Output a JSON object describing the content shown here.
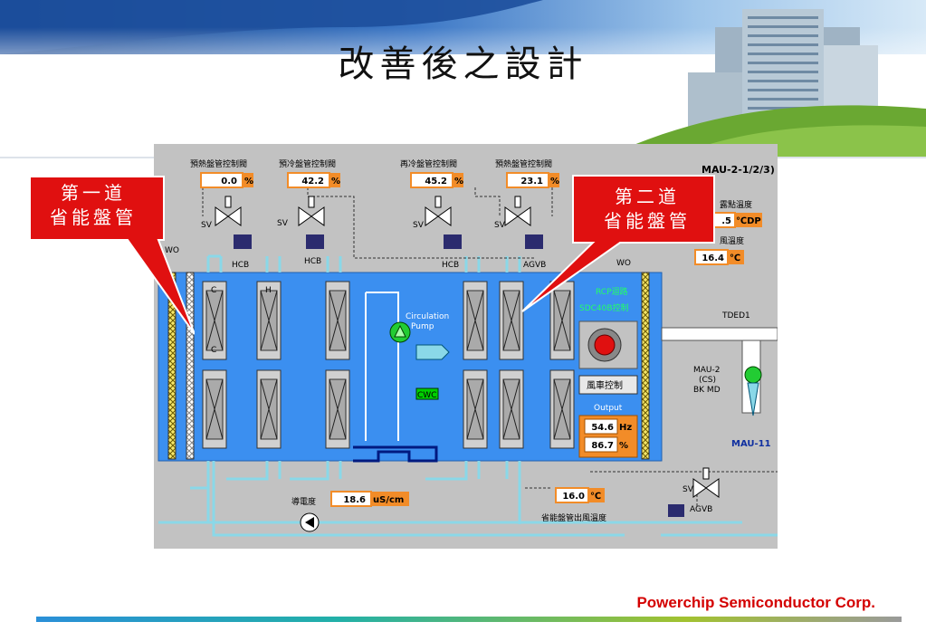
{
  "slide": {
    "title": "改善後之設計",
    "footer": "Powerchip Semiconductor Corp."
  },
  "callouts": [
    {
      "line1": "第一道",
      "line2": "省能盤管"
    },
    {
      "line1": "第二道",
      "line2": "省能盤管"
    }
  ],
  "panel": {
    "unit_name": "MAU-2-1/2/3)",
    "valves": [
      {
        "title": "預熱盤管控制閥",
        "value": "0.0",
        "unit": "%"
      },
      {
        "title": "預冷盤管控制閥",
        "value": "42.2",
        "unit": "%"
      },
      {
        "title": "再冷盤管控制閥",
        "value": "45.2",
        "unit": "%"
      },
      {
        "title": "預熱盤管控制閥",
        "value": "23.1",
        "unit": "%"
      }
    ],
    "dew_point": {
      "label": "露點溫度",
      "value": ".5",
      "unit": "℃DP"
    },
    "supply_temp": {
      "label": "風溫度",
      "value": "16.4",
      "unit": "℃"
    },
    "labels": {
      "sv": "SV",
      "hcb": "HCB",
      "agvb": "AGVB",
      "wo": "WO",
      "coil_c": "C",
      "coil_h": "H",
      "circulation_pump_1": "Circulation",
      "circulation_pump_2": "Pump",
      "cwc": "CWC",
      "rcp_loop": "RCP迴路",
      "sdc": "SDC40B控制",
      "fan_control": "風車控制",
      "output": "Output",
      "tded": "TDED1",
      "mau2_1": "MAU-2",
      "mau2_2": "(CS)",
      "mau2_3": "BK MD",
      "mau11": "MAU-11",
      "conductivity": "導電度",
      "coil_outlet_temp": "省能盤管出風溫度"
    },
    "output_hz": {
      "value": "54.6",
      "unit": "Hz"
    },
    "output_pct": {
      "value": "86.7",
      "unit": "%"
    },
    "conductivity": {
      "value": "18.6",
      "unit": "uS/cm"
    },
    "coil_outlet": {
      "value": "16.0",
      "unit": "℃"
    }
  },
  "colors": {
    "header_blue": "#1d4f9c",
    "water": "#3b8ff0",
    "pipe": "#8ad8e8",
    "callout_red": "#e01010",
    "orange": "#f28c28",
    "green_valve": "#22cc33"
  }
}
